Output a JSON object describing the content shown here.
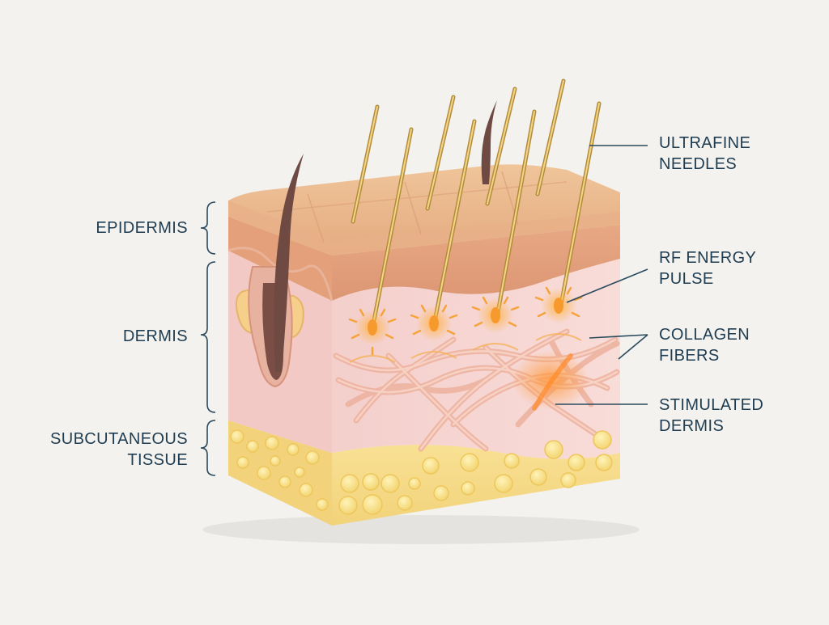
{
  "labels": {
    "epidermis": "EPIDERMIS",
    "dermis": "DERMIS",
    "subcutaneous": [
      "SUBCUTANEOUS",
      "TISSUE"
    ],
    "needles": [
      "ULTRAFINE",
      "NEEDLES"
    ],
    "rf_pulse": [
      "RF ENERGY",
      "PULSE"
    ],
    "collagen": [
      "COLLAGEN",
      "FIBERS"
    ],
    "stimulated": [
      "STIMULATED",
      "DERMIS"
    ]
  },
  "colors": {
    "background": "#f3f2ee",
    "label_text": "#1f3d52",
    "epidermis_top": "#eab98e",
    "epidermis_side": "#e2a27c",
    "dermis": "#f6d2cf",
    "subcutaneous": "#f6dc8a",
    "fat_cell": "#fbe89c",
    "needle": "#d4b05c",
    "rf_glow": "#f7a53a",
    "collagen": "#f0b7a5",
    "hair": "#6f4a43",
    "leader_line": "#2a4a5e"
  }
}
